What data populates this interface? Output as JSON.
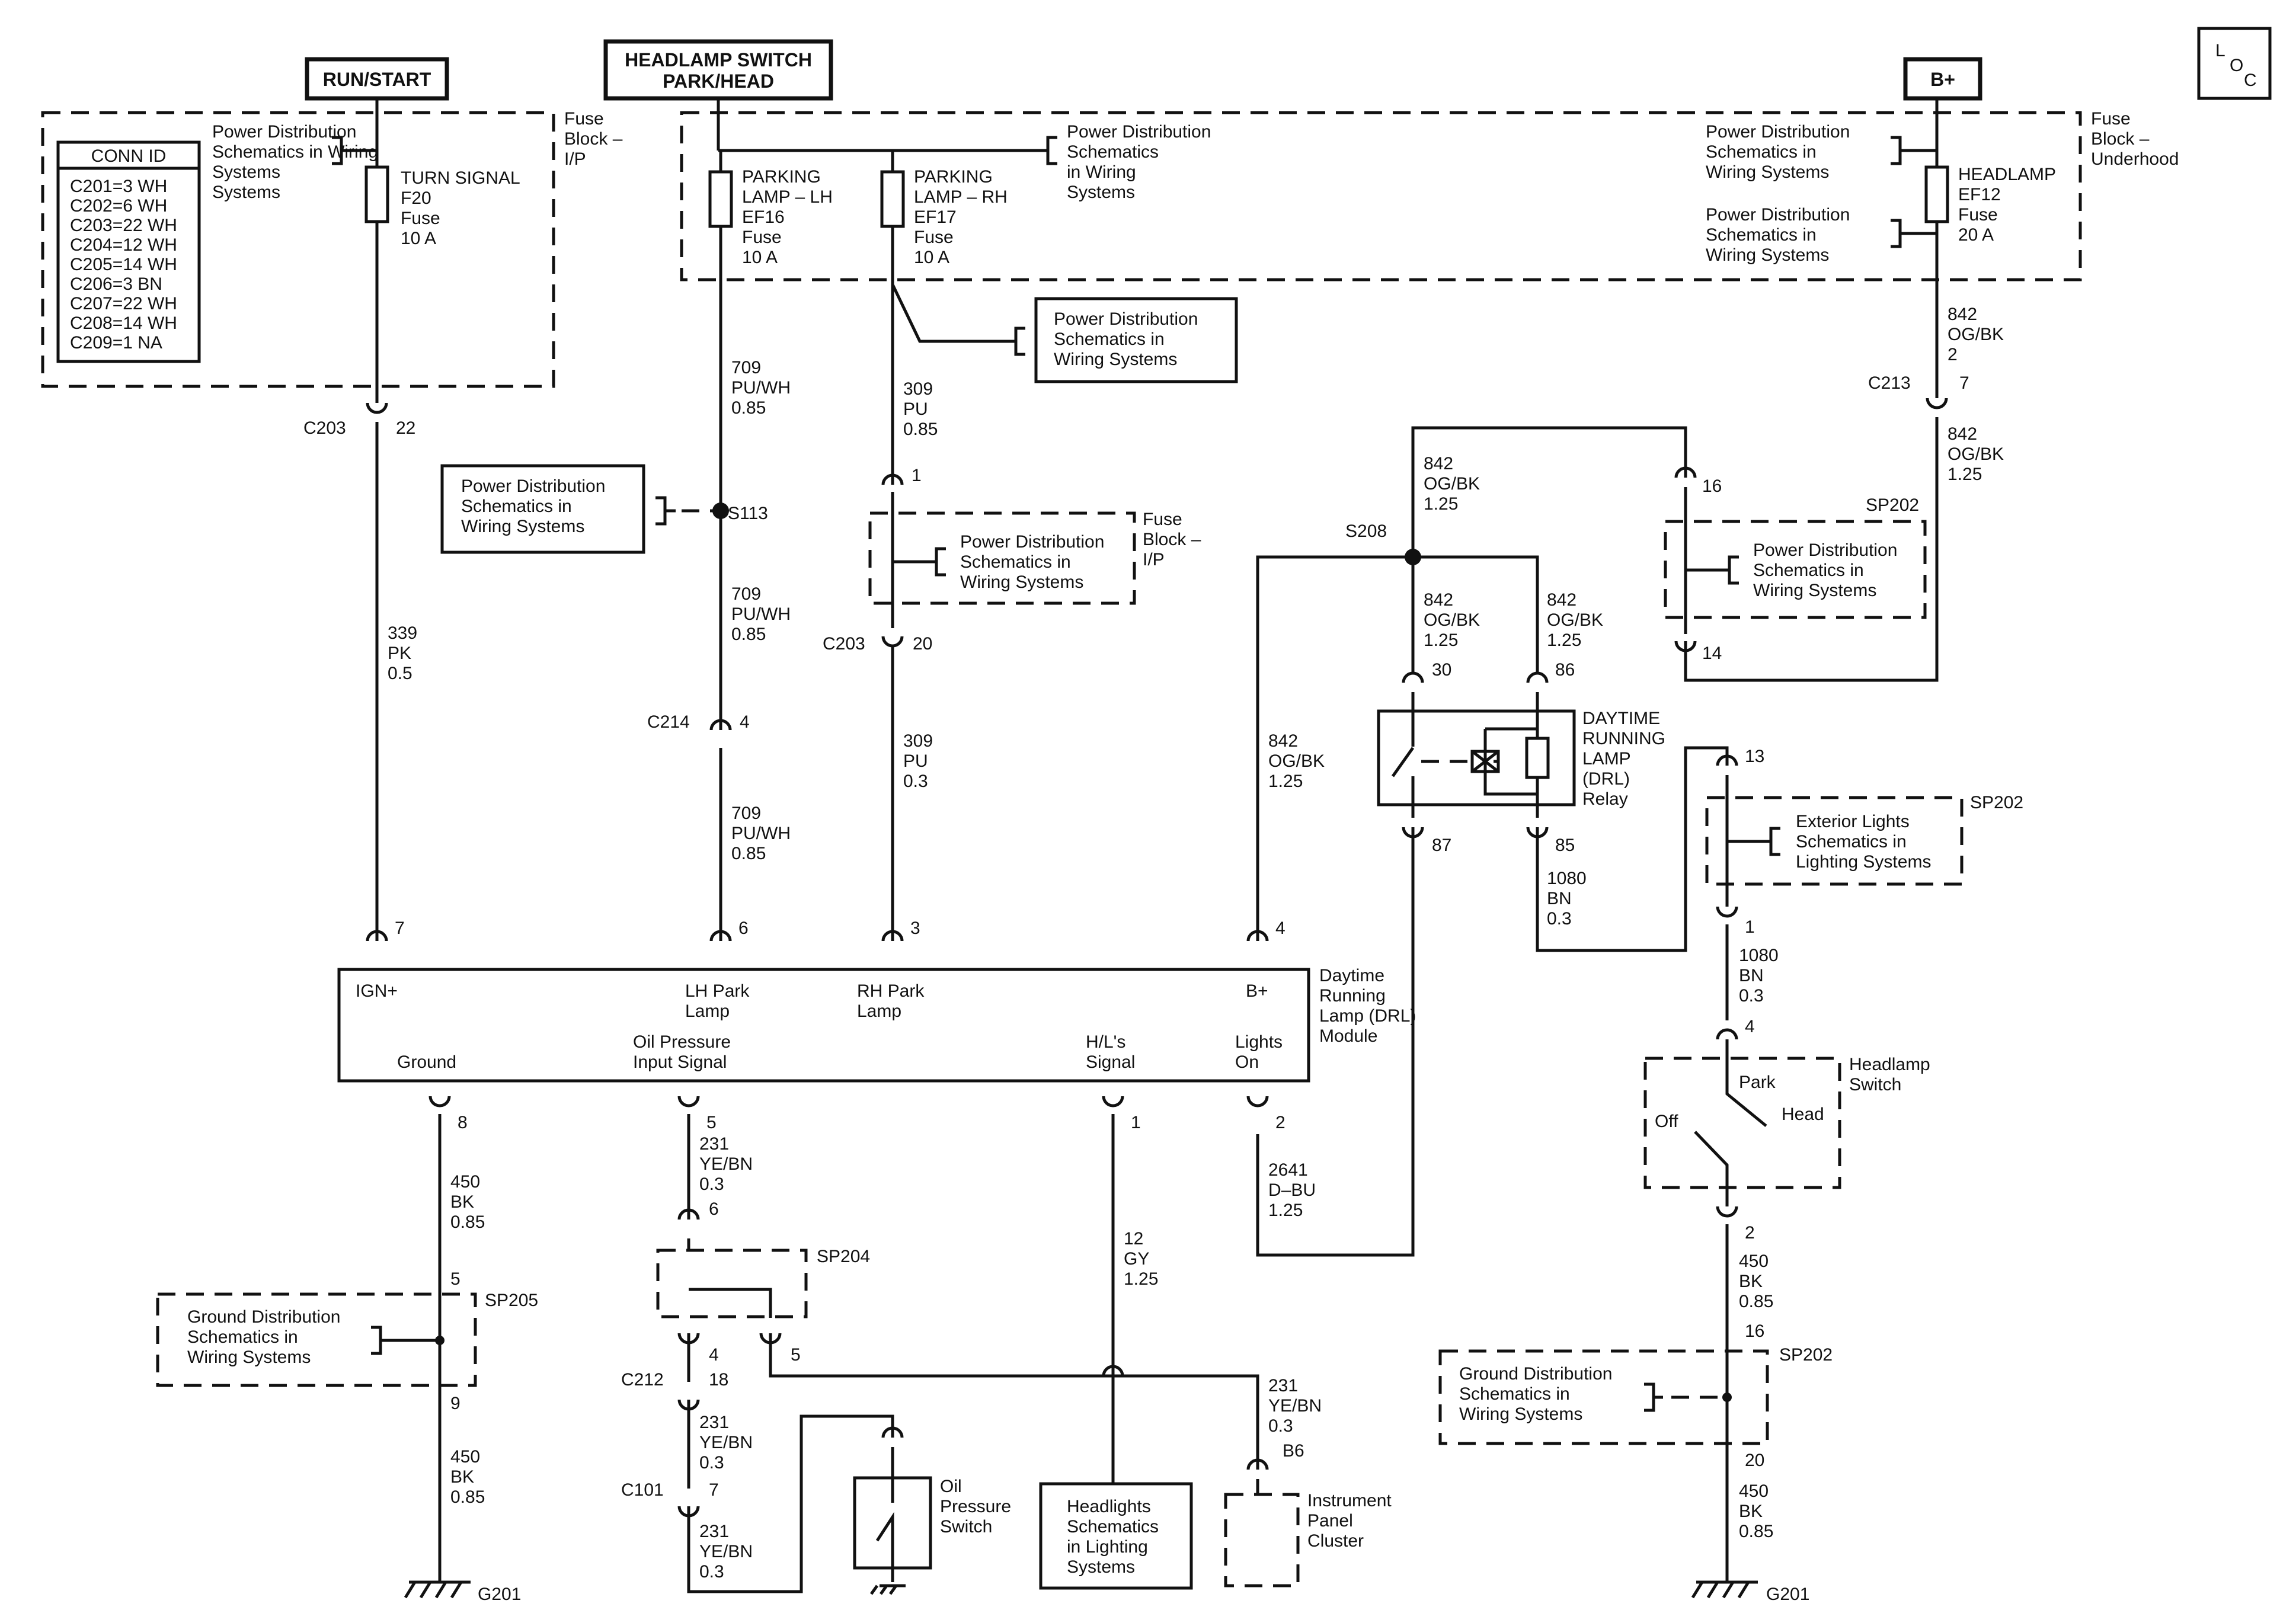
{
  "headers": {
    "run_start": "RUN/START",
    "headlamp_switch_l1": "HEADLAMP SWITCH",
    "headlamp_switch_l2": "PARK/HEAD",
    "bplus": "B+",
    "loc": [
      "L",
      "O",
      "C"
    ]
  },
  "conn_id": {
    "title": "CONN ID",
    "rows": [
      "C201=3 WH",
      "C202=6 WH",
      "C203=22 WH",
      "C204=12 WH",
      "C205=14 WH",
      "C206=3 BN",
      "C207=22 WH",
      "C208=14 WH",
      "C209=1 NA"
    ]
  },
  "ref": {
    "power_dist": [
      "Power Distribution",
      "Schematics in Wiring",
      "Systems"
    ],
    "power_dist2": [
      "Power Distribution",
      "Schematics",
      "in Wiring",
      "Systems"
    ],
    "power_dist3": [
      "Power Distribution",
      "Schematics in",
      "Wiring Systems"
    ],
    "ground_dist": [
      "Ground Distribution",
      "Schematics in",
      "Wiring Systems"
    ],
    "exterior_lights": [
      "Exterior Lights",
      "Schematics in",
      "Lighting Systems"
    ],
    "headlights": [
      "Headlights",
      "Schematics",
      "in Lighting",
      "Systems"
    ]
  },
  "fuses": {
    "fuse_block_ip": [
      "Fuse",
      "Block –",
      "I/P"
    ],
    "fuse_block_ip2": [
      "Fuse",
      "Block –",
      "I/P"
    ],
    "fuse_block_uh": [
      "Fuse",
      "Block –",
      "Underhood"
    ],
    "turn_signal": [
      "TURN SIGNAL",
      "F20",
      "Fuse",
      "10 A"
    ],
    "park_lh": [
      "PARKING",
      "LAMP – LH",
      "EF16",
      "Fuse",
      "10 A"
    ],
    "park_rh": [
      "PARKING",
      "LAMP – RH",
      "EF17",
      "Fuse",
      "10 A"
    ],
    "headlamp": [
      "HEADLAMP",
      "EF12",
      "Fuse",
      "20 A"
    ]
  },
  "wires": {
    "w339": [
      "339",
      "PK",
      "0.5"
    ],
    "w709a": [
      "709",
      "PU/WH",
      "0.85"
    ],
    "w709b": [
      "709",
      "PU/WH",
      "0.85"
    ],
    "w709c": [
      "709",
      "PU/WH",
      "0.85"
    ],
    "w309a": [
      "309",
      "PU",
      "0.85"
    ],
    "w309b": [
      "309",
      "PU",
      "0.3"
    ],
    "w842a": [
      "842",
      "OG/BK",
      "2"
    ],
    "w842b": [
      "842",
      "OG/BK",
      "1.25"
    ],
    "w842c": [
      "842",
      "OG/BK",
      "1.25"
    ],
    "w842d": [
      "842",
      "OG/BK",
      "1.25"
    ],
    "w842e": [
      "842",
      "OG/BK",
      "1.25"
    ],
    "w842f": [
      "842",
      "OG/BK",
      "1.25"
    ],
    "w1080a": [
      "1080",
      "BN",
      "0.3"
    ],
    "w1080b": [
      "1080",
      "BN",
      "0.3"
    ],
    "w450a": [
      "450",
      "BK",
      "0.85"
    ],
    "w450b": [
      "450",
      "BK",
      "0.85"
    ],
    "w450c": [
      "450",
      "BK",
      "0.85"
    ],
    "w450d": [
      "450",
      "BK",
      "0.85"
    ],
    "w231a": [
      "231",
      "YE/BN",
      "0.3"
    ],
    "w231b": [
      "231",
      "YE/BN",
      "0.3"
    ],
    "w231c": [
      "231",
      "YE/BN",
      "0.3"
    ],
    "w231d": [
      "231",
      "YE/BN",
      "0.3"
    ],
    "w12": [
      "12",
      "GY",
      "1.25"
    ],
    "w2641": [
      "2641",
      "D–BU",
      "1.25"
    ]
  },
  "connectors": {
    "c203a": "C203",
    "c203a_pin": "22",
    "c203b": "C203",
    "c203b_pin": "20",
    "c214": "C214",
    "c214_pin": "4",
    "c213": "C213",
    "c213_pin": "7",
    "c212": "C212",
    "c212_pin": "18",
    "c101": "C101",
    "c101_pin": "7",
    "fb_pin1": "1",
    "s113": "S113",
    "s208": "S208",
    "sp202": "SP202",
    "sp204": "SP204",
    "sp205": "SP205",
    "g201": "G201"
  },
  "pins": {
    "sp202a_top": "16",
    "sp202a_bot": "14",
    "sp202b_top": "13",
    "sp202b_bot": "1",
    "sw_top": "4",
    "sw_bot": "2",
    "sp202c_top": "16",
    "sp202c_bot": "20",
    "sp205_top": "5",
    "sp205_bot": "9",
    "sp204_top": "6",
    "sp204_l": "4",
    "sp204_r": "5",
    "relay_30": "30",
    "relay_86": "86",
    "relay_87": "87",
    "relay_85": "85",
    "mod_7": "7",
    "mod_6": "6",
    "mod_3": "3",
    "mod_4": "4",
    "mod_8": "8",
    "mod_5": "5",
    "mod_1": "1",
    "mod_2": "2",
    "ipc_b6": "B6"
  },
  "module": {
    "ign": "IGN+",
    "lh_park": [
      "LH Park",
      "Lamp"
    ],
    "rh_park": [
      "RH Park",
      "Lamp"
    ],
    "bplus": "B+",
    "ground": "Ground",
    "oil": [
      "Oil Pressure",
      "Input Signal"
    ],
    "hl": [
      "H/L's",
      "Signal"
    ],
    "lights_on": [
      "Lights",
      "On"
    ],
    "name": [
      "Daytime",
      "Running",
      "Lamp (DRL)",
      "Module"
    ]
  },
  "relay_name": [
    "DAYTIME",
    "RUNNING",
    "LAMP",
    "(DRL)",
    "Relay"
  ],
  "headlamp_switch": {
    "name": [
      "Headlamp",
      "Switch"
    ],
    "park": "Park",
    "head": "Head",
    "off": "Off"
  },
  "oil_switch": [
    "Oil",
    "Pressure",
    "Switch"
  ],
  "ipc": [
    "Instrument",
    "Panel",
    "Cluster"
  ]
}
